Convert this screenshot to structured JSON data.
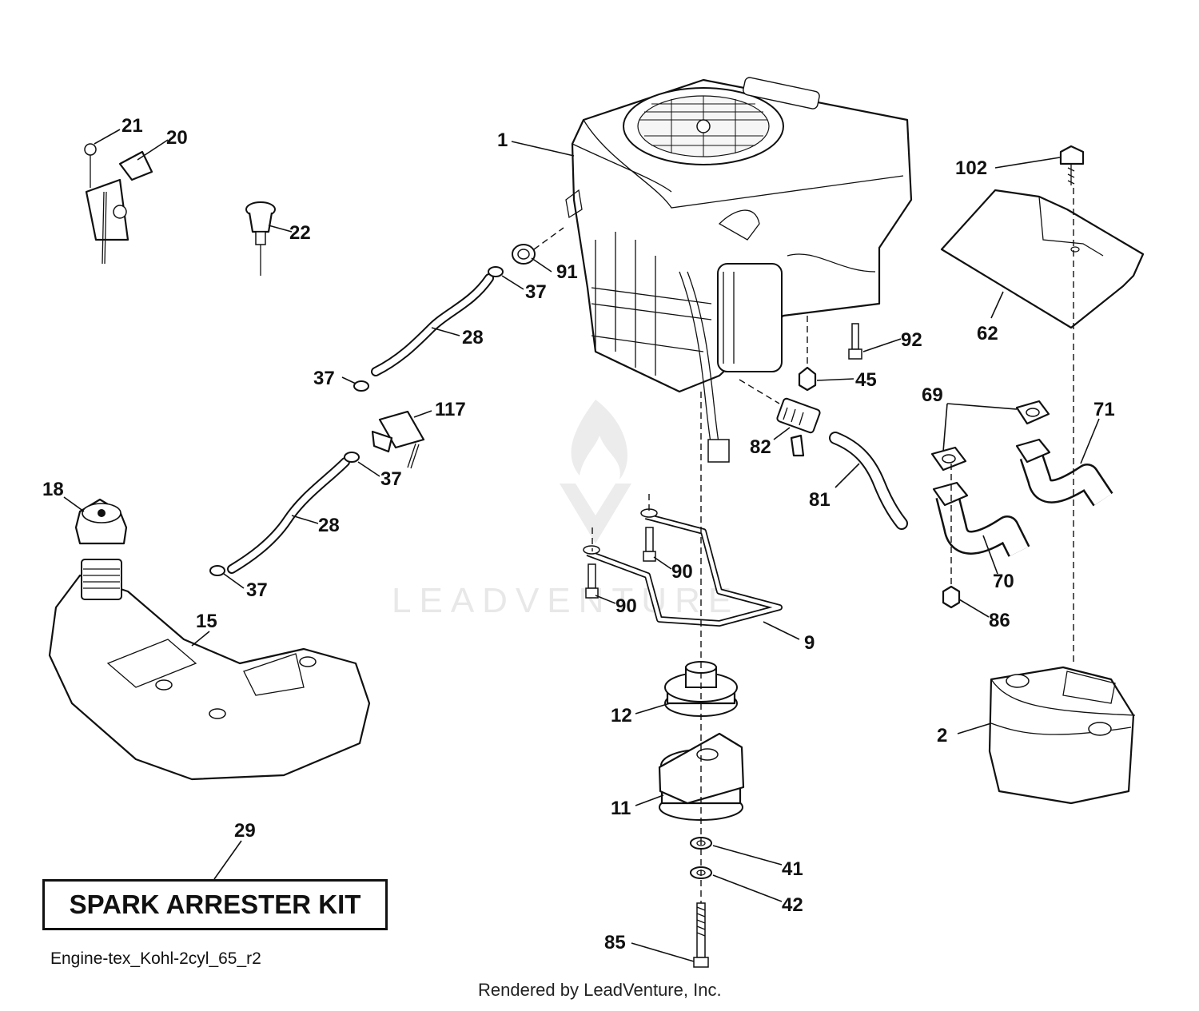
{
  "diagram": {
    "footer_code": "Engine-tex_Kohl-2cyl_65_r2",
    "rendered_by": "Rendered by LeadVenture, Inc.",
    "kit_label": "SPARK ARRESTER KIT",
    "watermark": "LEADVENTURE",
    "callouts": [
      "1",
      "2",
      "9",
      "11",
      "12",
      "15",
      "18",
      "20",
      "21",
      "22",
      "28",
      "28",
      "29",
      "37",
      "37",
      "37",
      "37",
      "41",
      "42",
      "45",
      "62",
      "69",
      "70",
      "71",
      "81",
      "82",
      "85",
      "86",
      "90",
      "90",
      "91",
      "92",
      "102",
      "117"
    ]
  }
}
